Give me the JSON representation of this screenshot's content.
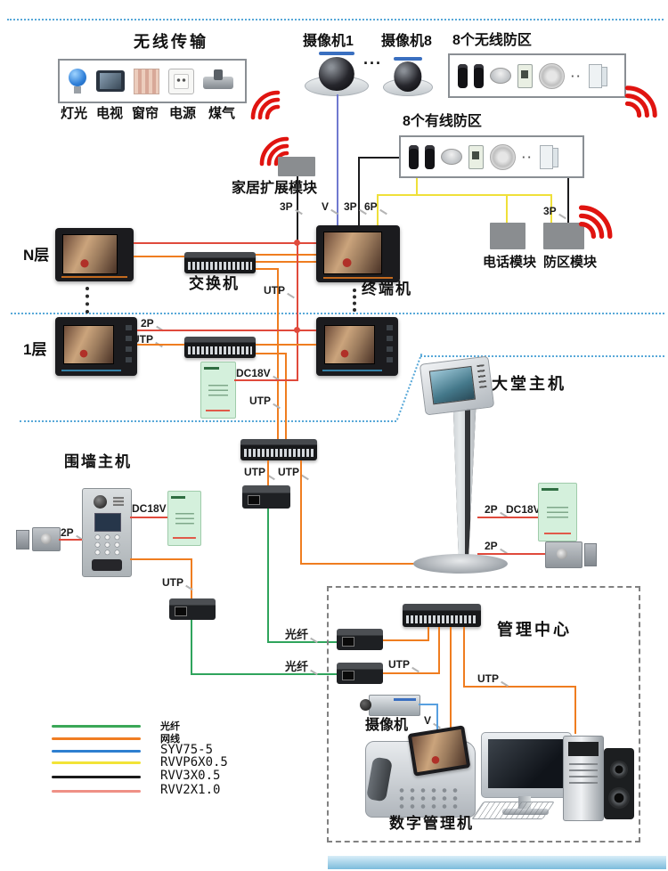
{
  "wire_labels": {
    "p2": "2P",
    "p3": "3P",
    "p6": "6P",
    "v": "V",
    "utp": "UTP",
    "dc18v": "DC18V",
    "fiber": "光纤"
  },
  "smart_home": {
    "title": "无线传输",
    "items": [
      "灯光",
      "电视",
      "窗帘",
      "电源",
      "煤气"
    ]
  },
  "cameras_top": {
    "cam1": "摄像机1",
    "cam8": "摄像机8",
    "dots": "···"
  },
  "zones": {
    "wireless_title": "8个无线防区",
    "wired_title": "8个有线防区",
    "dots": "··"
  },
  "home_module": {
    "label": "家居扩展模块"
  },
  "backbone": {
    "n_floor": "N层",
    "switch": "交换机",
    "terminal": "终端机",
    "floor1": "1层"
  },
  "modules": {
    "phone": "电话模块",
    "zone": "防区模块"
  },
  "lobby": {
    "title": "大堂主机"
  },
  "wall": {
    "title": "围墙主机"
  },
  "center": {
    "title": "管理中心",
    "camera": "摄像机",
    "manager": "数字管理机"
  },
  "legend": {
    "items": [
      {
        "label": "光纤",
        "color": "#3aa757"
      },
      {
        "label": "网线",
        "color": "#f07d22"
      },
      {
        "label": "SYV75-5",
        "color": "#2e7fd0"
      },
      {
        "label": "RVVP6X0.5",
        "color": "#f2e437"
      },
      {
        "label": "RVV3X0.5",
        "color": "#1a1a1a"
      },
      {
        "label": "RVV2X1.0",
        "color": "#ef9086"
      }
    ]
  },
  "colors": {
    "wire_lan": "#ef7d20",
    "wire_power": "#e04a3c",
    "wire_alarm": "#efe03a",
    "wire_video": "#6f79cf",
    "wire_fiber": "#2fa45c",
    "signal": "#e01410",
    "separator": "#58a8d8"
  }
}
